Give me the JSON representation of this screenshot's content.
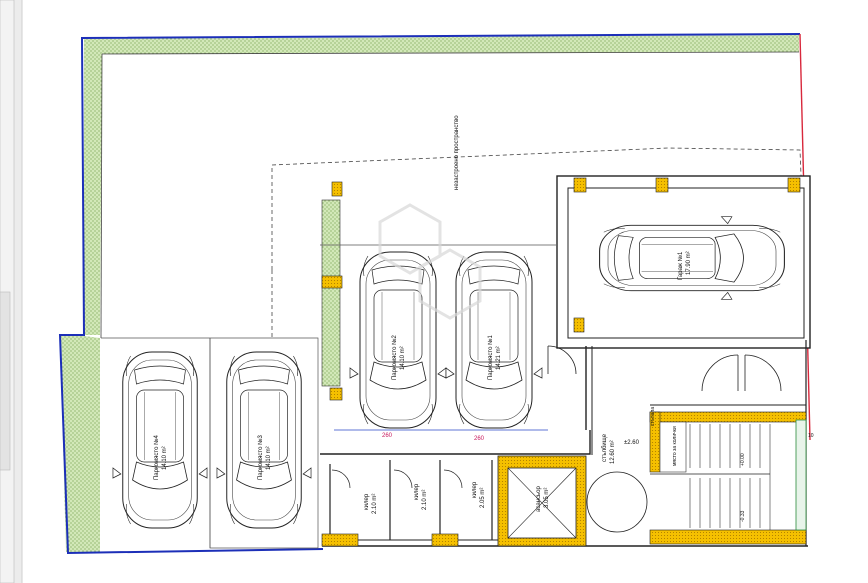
{
  "plan": {
    "unbuilt_area": "незастроено пространство",
    "parking_4": {
      "name": "Паркомясто №4",
      "area": "14.10 m²"
    },
    "parking_3": {
      "name": "Паркомясто №3",
      "area": "14.10 m²"
    },
    "parking_2": {
      "name": "Паркомясто №2",
      "area": "14.10 m²"
    },
    "parking_1": {
      "name": "Паркомясто №1",
      "area": "14.21 m²"
    },
    "garage_1": {
      "name": "Гараж №1",
      "area": "17.90 m²"
    },
    "storage_1": {
      "name": "килер",
      "area": "2.10 m²"
    },
    "storage_2": {
      "name": "килер",
      "area": "2.10 m²"
    },
    "storage_3": {
      "name": "килер",
      "area": "2.05 m²"
    },
    "elevator": {
      "name": "асансьор",
      "area": "3.05 m²"
    },
    "staircase": {
      "name": "стълбище",
      "area": "12.60 m²"
    },
    "level_mark": "±2.60",
    "bins_area": "място за колички",
    "step_label": "стъпала",
    "dim_left": "260",
    "dim_right": "260",
    "elev_a": "+0.00",
    "elev_b": "-0.33",
    "elev_top": "10"
  },
  "colors": {
    "boundary_blue": "#1c2fb8",
    "boundary_red": "#d8283c",
    "green_strip": "#d2e8b8",
    "yellow_column": "#f5c000",
    "dim_pink": "#c8185c",
    "dim_blue": "#2a46c8"
  }
}
